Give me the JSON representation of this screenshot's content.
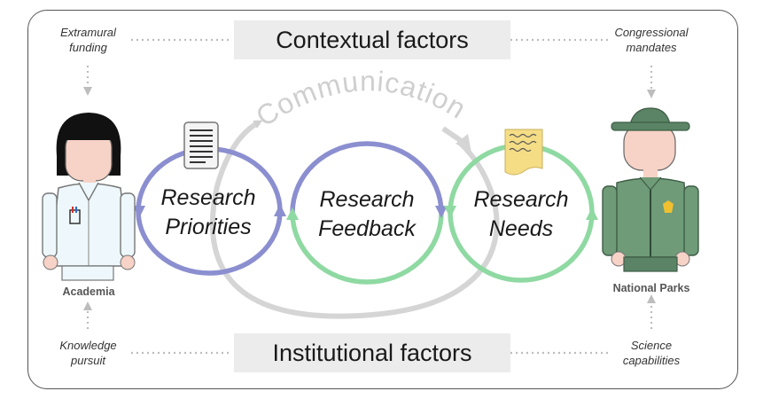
{
  "header": {
    "title": "Contextual factors"
  },
  "footer": {
    "title": "Institutional factors"
  },
  "arc_label": "Communication",
  "notes": {
    "top_left": [
      "Extramural",
      "funding"
    ],
    "top_right": [
      "Congressional",
      "mandates"
    ],
    "bottom_left": [
      "Knowledge",
      "pursuit"
    ],
    "bottom_right": [
      "Science",
      "capabilities"
    ]
  },
  "actors": {
    "left": {
      "name": "Academia",
      "icon": "scientist-icon"
    },
    "right": {
      "name": "National Parks",
      "icon": "park-ranger-icon"
    }
  },
  "loops": [
    {
      "line1": "Research",
      "line2": "Priorities",
      "color": "#8b8fd0",
      "icon": "document-icon"
    },
    {
      "line1": "Research",
      "line2": "Feedback",
      "color": "#8b8fd0"
    },
    {
      "line1": "Research",
      "line2": "Needs",
      "color": "#8fd9a2",
      "icon": "note-icon"
    }
  ],
  "colors": {
    "purple": "#8b8fd0",
    "green": "#8fd9a2",
    "arc_gray": "#d0d0d0",
    "band": "#ececec",
    "skin": "#f7d2c6",
    "ranger_green": "#5f8f6c"
  }
}
